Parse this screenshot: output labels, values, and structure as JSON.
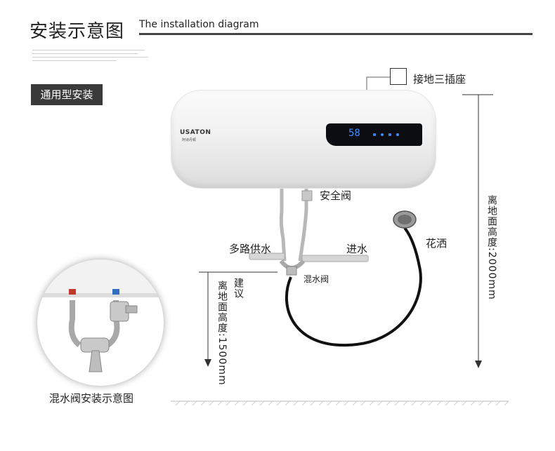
{
  "header": {
    "title_cn": "安装示意图",
    "title_en": "The installation diagram"
  },
  "badge": "通用型安装",
  "heater": {
    "brand": "USATON",
    "brand_sub": "阿诗丹顿",
    "display": "58"
  },
  "labels": {
    "socket": "接地三插座",
    "safety_valve": "安全阀",
    "multi_supply": "多路供水",
    "water_in": "进水",
    "shower": "花洒",
    "mixing_valve": "混水阀",
    "suggest": "建议",
    "height_1500": "离地面高度:1500mm",
    "height_2000": "离地面高度:2000mm",
    "inset_caption": "混水阀安装示意图"
  },
  "colors": {
    "rule": "#444444",
    "badge_bg": "#3a3a3a",
    "display": "#3d8dff"
  }
}
